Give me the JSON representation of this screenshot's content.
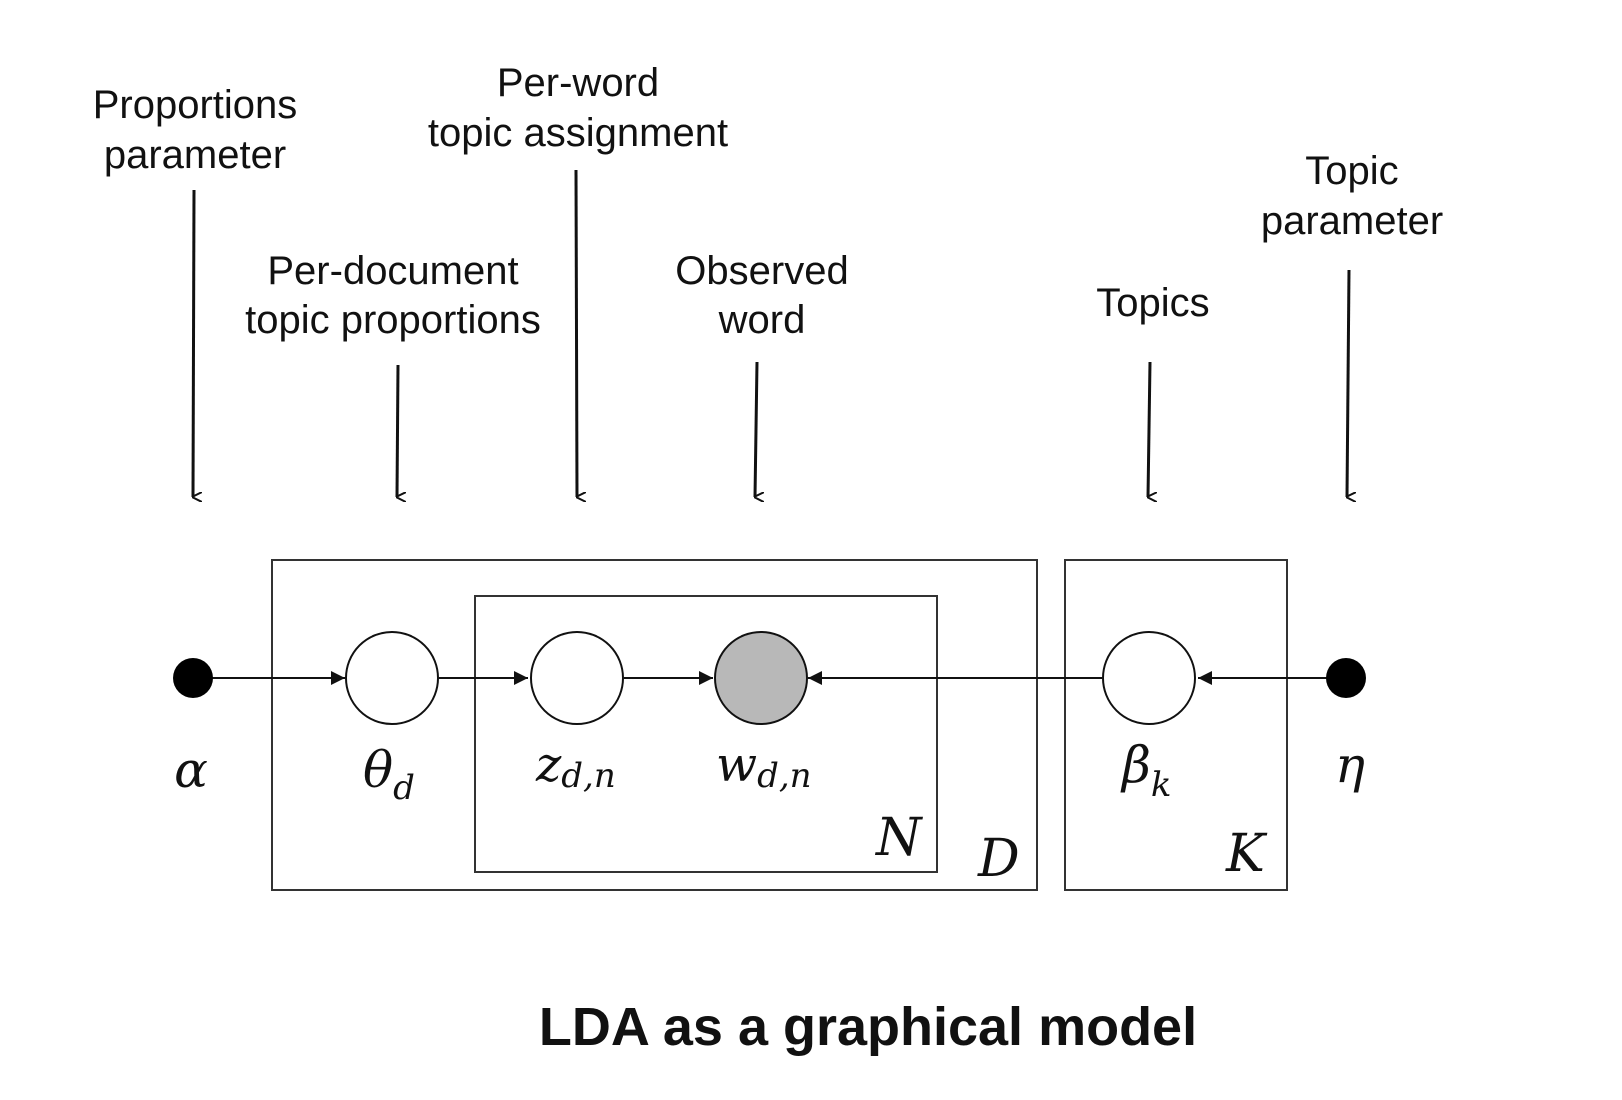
{
  "annotations": {
    "proportions_parameter": [
      "Proportions",
      "parameter"
    ],
    "per_document_topic_proportions": [
      "Per-document",
      "topic proportions"
    ],
    "per_word_topic_assignment": [
      "Per-word",
      "topic assignment"
    ],
    "observed_word": [
      "Observed",
      "word"
    ],
    "topics": [
      "Topics"
    ],
    "topic_parameter": [
      "Topic",
      "parameter"
    ]
  },
  "nodes": {
    "alpha": {
      "symbol": "α",
      "subscript": ""
    },
    "theta": {
      "symbol": "θ",
      "subscript": "d"
    },
    "z": {
      "symbol": "z",
      "subscript": "d,n"
    },
    "w": {
      "symbol": "w",
      "subscript": "d,n"
    },
    "beta": {
      "symbol": "β",
      "subscript": "k"
    },
    "eta": {
      "symbol": "η",
      "subscript": ""
    }
  },
  "plates": {
    "documents": "D",
    "words": "N",
    "topics": "K"
  },
  "colors": {
    "observed_fill": "#b8b8b8",
    "hyperparameter_fill": "#000000",
    "latent_fill": "#ffffff"
  },
  "caption": "LDA as a graphical model"
}
